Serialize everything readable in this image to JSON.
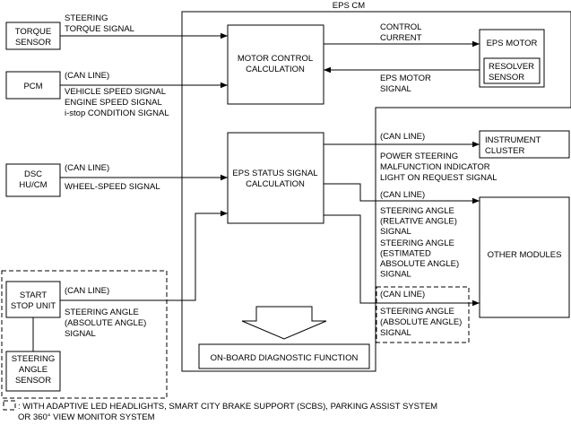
{
  "eps_cm": {
    "title": "EPS CM"
  },
  "blocks": {
    "torque_sensor": [
      "TORQUE",
      "SENSOR"
    ],
    "pcm": [
      "PCM"
    ],
    "dsc": [
      "DSC",
      "HU/CM"
    ],
    "start_stop": [
      "START",
      "STOP UNIT"
    ],
    "steering_angle_sensor": [
      "STEERING",
      "ANGLE",
      "SENSOR"
    ],
    "motor_control": [
      "MOTOR CONTROL",
      "CALCULATION"
    ],
    "eps_status": [
      "EPS STATUS SIGNAL",
      "CALCULATION"
    ],
    "eps_motor": [
      "EPS MOTOR"
    ],
    "resolver": [
      "RESOLVER",
      "SENSOR"
    ],
    "instrument": [
      "INSTRUMENT",
      "CLUSTER"
    ],
    "other_modules": [
      "OTHER MODULES"
    ],
    "obd": [
      "ON-BOARD DIAGNOSTIC FUNCTION"
    ]
  },
  "signals": {
    "torque": [
      "STEERING",
      "TORQUE SIGNAL"
    ],
    "pcm_can": [
      "(CAN LINE)"
    ],
    "pcm_signals": [
      "VEHICLE SPEED SIGNAL",
      "ENGINE SPEED SIGNAL",
      "i-stop CONDITION SIGNAL"
    ],
    "control_current": [
      "CONTROL",
      "CURRENT"
    ],
    "eps_motor_signal": [
      "EPS MOTOR",
      "SIGNAL"
    ],
    "dsc_can": [
      "(CAN LINE)"
    ],
    "wheel_speed": [
      "WHEEL-SPEED SIGNAL"
    ],
    "instrument_can": [
      "(CAN LINE)"
    ],
    "power_steering": [
      "POWER STEERING",
      "MALFUNCTION INDICATOR",
      "LIGHT ON REQUEST SIGNAL"
    ],
    "other_can": [
      "(CAN LINE)"
    ],
    "relative_angle": [
      "STEERING ANGLE",
      "(RELATIVE ANGLE)",
      "SIGNAL"
    ],
    "estimated_angle": [
      "STEERING ANGLE",
      "(ESTIMATED",
      "ABSOLUTE ANGLE)",
      "SIGNAL"
    ],
    "out_abs_can": [
      "(CAN LINE)"
    ],
    "out_abs_angle": [
      "STEERING ANGLE",
      "(ABSOLUTE ANGLE)",
      "SIGNAL"
    ],
    "ssu_can": [
      "(CAN LINE)"
    ],
    "ssu_abs_angle": [
      "STEERING ANGLE",
      "(ABSOLUTE ANGLE)",
      "SIGNAL"
    ]
  },
  "legend": {
    "lines": [
      ": WITH ADAPTIVE LED HEADLIGHTS, SMART CITY BRAKE SUPPORT (SCBS), PARKING ASSIST SYSTEM",
      "OR 360° VIEW MONITOR SYSTEM"
    ]
  }
}
